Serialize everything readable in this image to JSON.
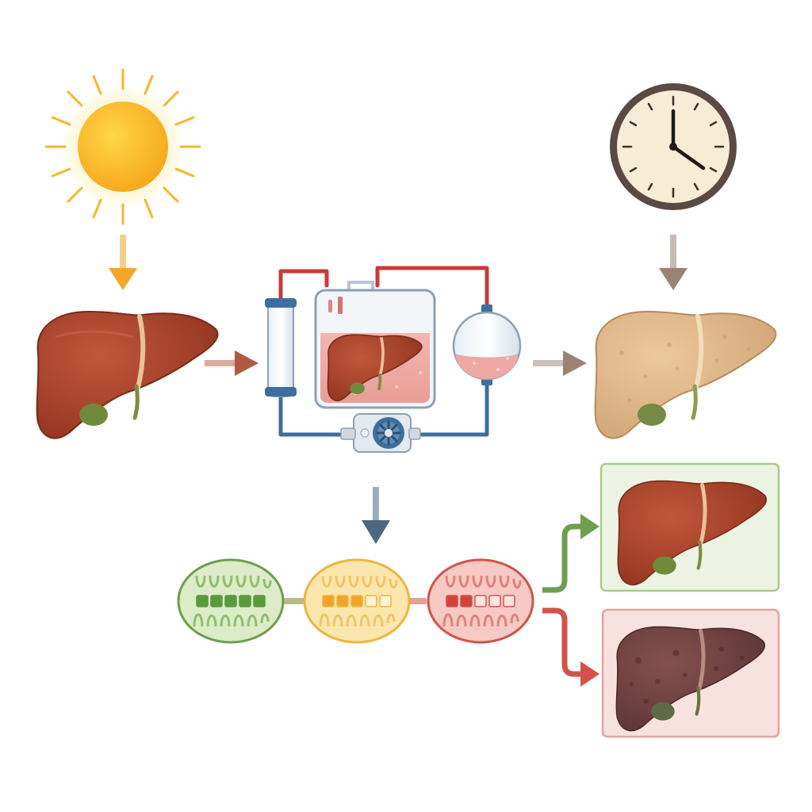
{
  "diagram": {
    "nodes": [
      {
        "id": "sun",
        "icon": "sun-icon"
      },
      {
        "id": "clock",
        "icon": "clock-icon"
      },
      {
        "id": "donor-liver",
        "icon": "healthy-liver-icon"
      },
      {
        "id": "perfusion-machine",
        "icon": "perfusion-machine-icon"
      },
      {
        "id": "stored-liver",
        "icon": "pale-liver-icon"
      },
      {
        "id": "mito-green",
        "icon": "mitochondrion-icon",
        "level": 5,
        "max": 5
      },
      {
        "id": "mito-yellow",
        "icon": "mitochondrion-icon",
        "level": 3,
        "max": 5
      },
      {
        "id": "mito-red",
        "icon": "mitochondrion-icon",
        "level": 2,
        "max": 5
      },
      {
        "id": "outcome-good",
        "icon": "healthy-liver-icon"
      },
      {
        "id": "outcome-bad",
        "icon": "damaged-liver-icon"
      }
    ],
    "edges": [
      {
        "from": "sun",
        "to": "donor-liver"
      },
      {
        "from": "clock",
        "to": "stored-liver"
      },
      {
        "from": "donor-liver",
        "to": "perfusion-machine"
      },
      {
        "from": "perfusion-machine",
        "to": "stored-liver"
      },
      {
        "from": "perfusion-machine",
        "to": "mito-yellow"
      },
      {
        "from": "mito-green",
        "to": "mito-yellow"
      },
      {
        "from": "mito-yellow",
        "to": "mito-red"
      },
      {
        "from": "mito-red",
        "to": "outcome-good"
      },
      {
        "from": "mito-red",
        "to": "outcome-bad"
      }
    ]
  },
  "colors": {
    "sun": "#f9b824",
    "sun_arrow": "#f2a62a",
    "healthy_liver": "#a8432a",
    "pale_liver": "#dcb58a",
    "damaged_liver": "#6e4442",
    "clock_frame": "#5a4a42",
    "clock_face": "#f7ecd6",
    "good": "#6e9e4f",
    "warning": "#f0b43c",
    "bad": "#d2534a",
    "arrow_brown": "#b05a45",
    "arrow_gray": "#9a8275",
    "arrow_blue": "#4d6780"
  }
}
